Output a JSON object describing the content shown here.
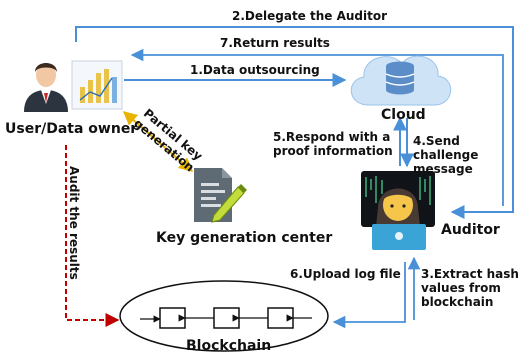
{
  "nodes": {
    "user": "User/Data owner",
    "cloud": "Cloud",
    "kgc": "Key generation center",
    "auditor": "Auditor",
    "blockchain": "Blockchain"
  },
  "edges": {
    "e1": "1.Data outsourcing",
    "e2": "2.Delegate the Auditor",
    "e3": "3.Extract  hash values from blockchain",
    "e4": "4.Send challenge message",
    "e5": "5.Respond with a proof information",
    "e6": "6.Upload log file",
    "e7": "7.Return results",
    "partial_key": "Partial key generation",
    "audit_results": "Audit the results"
  },
  "colors": {
    "arrow_blue": "#4a90d9",
    "key_arrow": "#e8b400",
    "audit_arrow": "#c00000",
    "cloud_fill": "#cfe3f7",
    "database": "#5b8ec9"
  },
  "icons": [
    "user-icon",
    "cloud-database-icon",
    "key-document-icon",
    "auditor-icon"
  ]
}
